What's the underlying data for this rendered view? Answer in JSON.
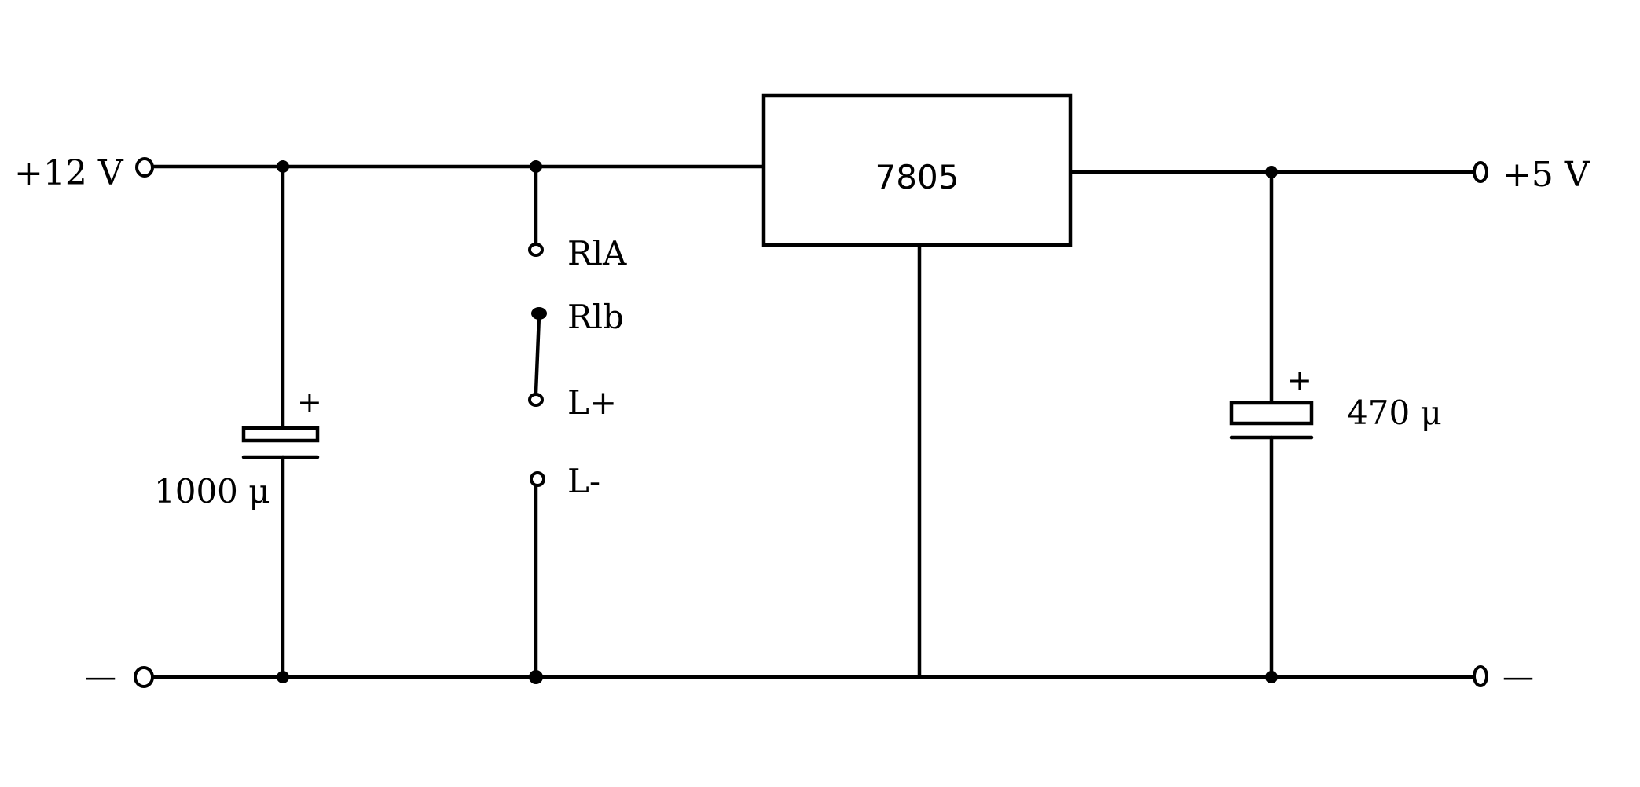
{
  "input": {
    "voltage_label": "+12 V",
    "ground_label": "—"
  },
  "output": {
    "voltage_label": "+5 V",
    "ground_label": "—"
  },
  "regulator": {
    "label": "7805"
  },
  "input_capacitor": {
    "value_label": "1000 μ",
    "polarity_label": "+"
  },
  "output_capacitor": {
    "value_label": "470 μ",
    "polarity_label": "+"
  },
  "relay_contacts": {
    "r1a_label": "RlA",
    "r1b_label": "Rlb",
    "load_plus_label": "L+",
    "load_minus_label": "L-"
  }
}
